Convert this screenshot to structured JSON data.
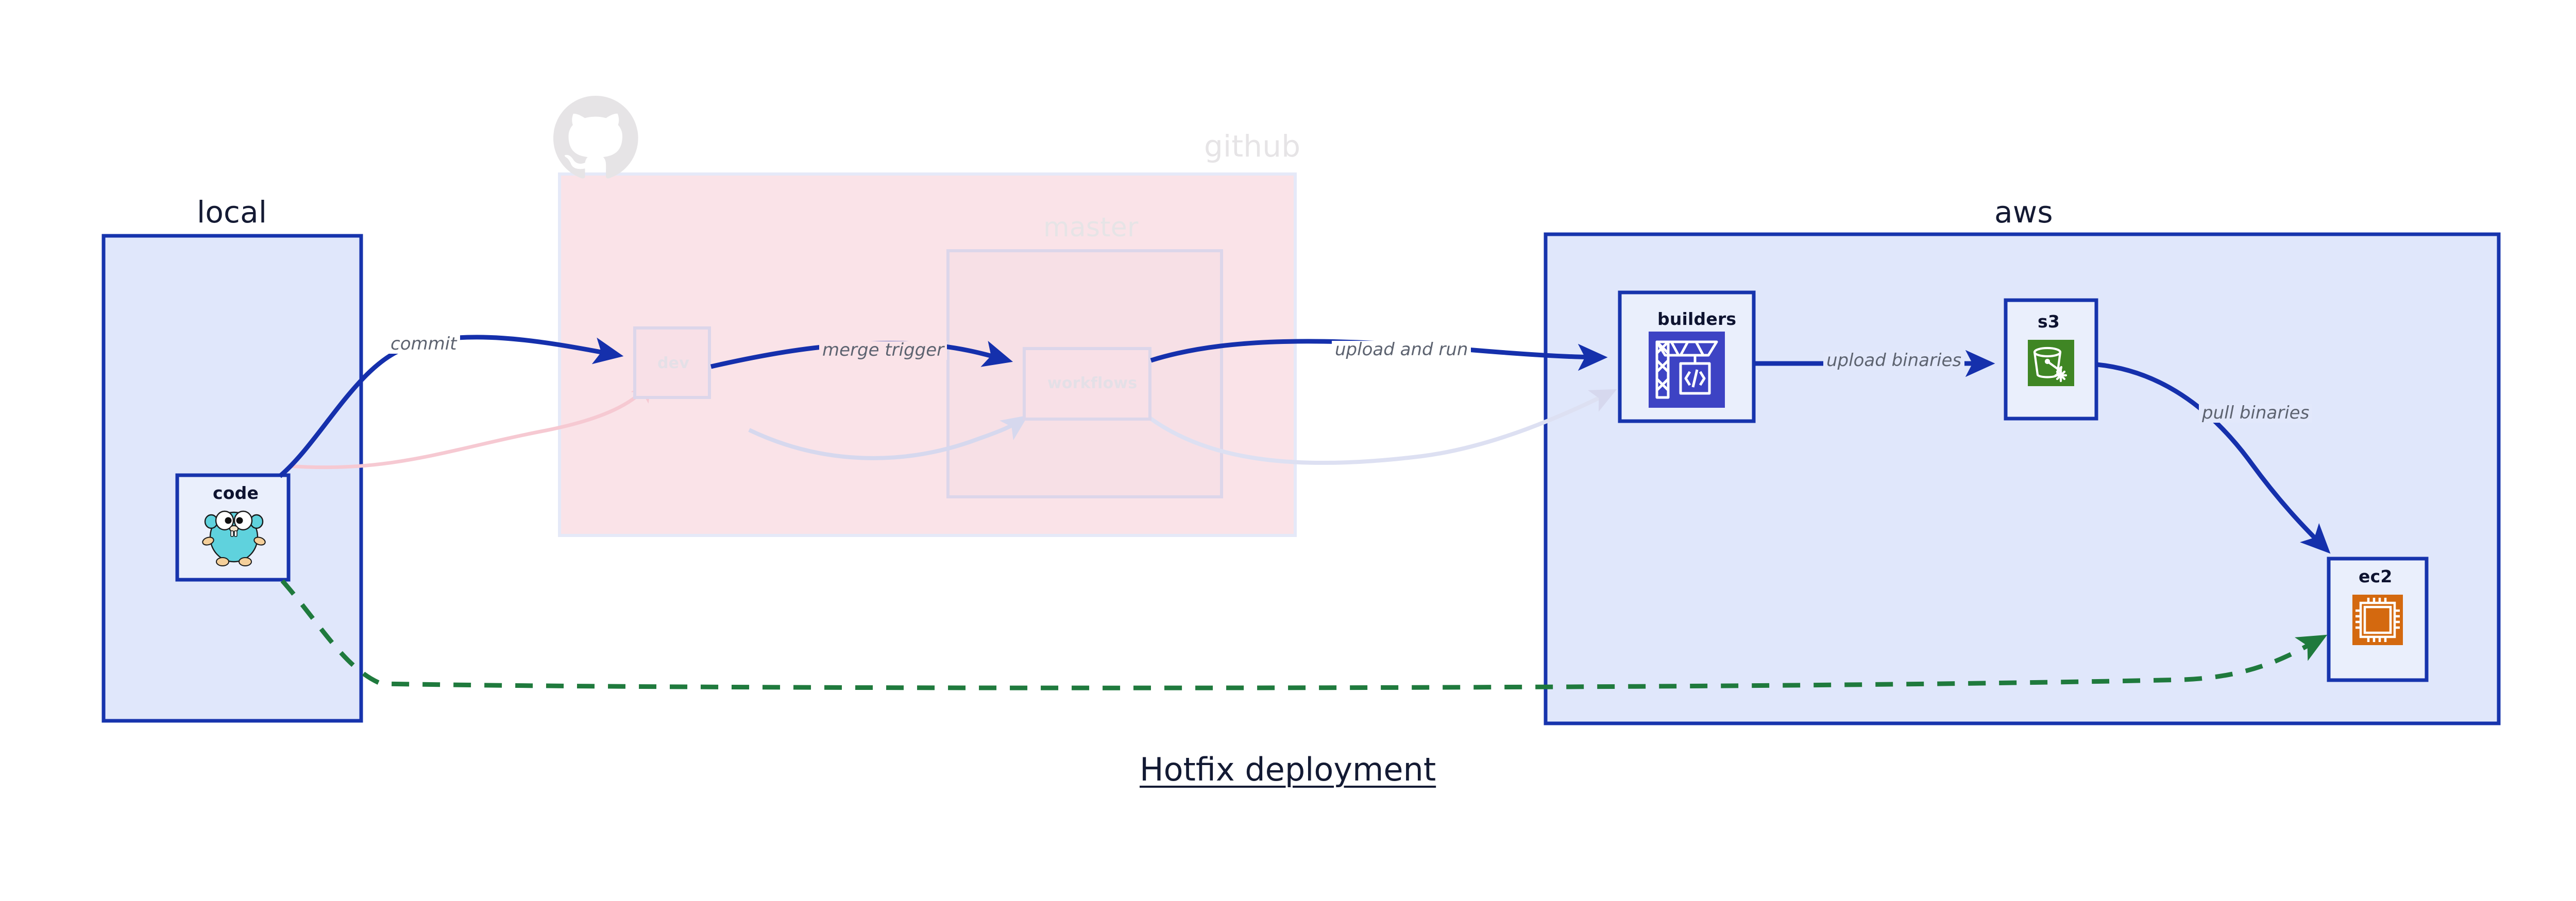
{
  "title": {
    "text": "Hotfix deployment"
  },
  "colors": {
    "accent_blue": "#1734ad",
    "container_blue_fill": "#e0e7fb",
    "container_pink_fill": "#fae3e8",
    "node_fill": "#eaeffc",
    "edge_blue": "#1530ac",
    "edge_green": "#1f7a3d",
    "faded_gray": "#e4e1e6",
    "label_gray": "#5d6370",
    "aws_codebuild_purple": "#3d43c4",
    "aws_s3_green": "#3f8624",
    "aws_ec2_orange": "#d4690f",
    "gopher_cyan": "#5fd2dd"
  },
  "groups": [
    {
      "id": "local",
      "label": "local",
      "faded": false
    },
    {
      "id": "github",
      "label": "github",
      "faded": true
    },
    {
      "id": "aws",
      "label": "aws",
      "faded": false
    },
    {
      "id": "master",
      "label": "master",
      "faded": true
    }
  ],
  "nodes": [
    {
      "id": "code",
      "label": "code",
      "icon": "go-gopher-icon",
      "faded": false
    },
    {
      "id": "dev",
      "label": "dev",
      "icon": "none",
      "faded": true
    },
    {
      "id": "workflows",
      "label": "workflows",
      "icon": "none",
      "faded": true
    },
    {
      "id": "builders",
      "label": "builders",
      "icon": "aws-codebuild-icon",
      "faded": false
    },
    {
      "id": "s3",
      "label": "s3",
      "icon": "aws-s3-icon",
      "faded": false
    },
    {
      "id": "ec2",
      "label": "ec2",
      "icon": "aws-ec2-icon",
      "faded": false
    }
  ],
  "edges": [
    {
      "id": "commit",
      "label": "commit",
      "from": "code",
      "to": "dev",
      "style": "solid",
      "color": "blue",
      "faded": false
    },
    {
      "id": "merge-trigger",
      "label": "merge trigger",
      "from": "dev",
      "to": "workflows",
      "style": "solid",
      "color": "blue",
      "faded": false
    },
    {
      "id": "upload-and-run",
      "label": "upload and run",
      "from": "workflows",
      "to": "builders",
      "style": "solid",
      "color": "blue",
      "faded": false
    },
    {
      "id": "upload-binaries",
      "label": "upload binaries",
      "from": "builders",
      "to": "s3",
      "style": "solid",
      "color": "blue",
      "faded": false
    },
    {
      "id": "pull-binaries",
      "label": "pull binaries",
      "from": "s3",
      "to": "ec2",
      "style": "solid",
      "color": "blue",
      "faded": false
    },
    {
      "id": "hotfix-direct",
      "label": "",
      "from": "code",
      "to": "ec2",
      "style": "dashed",
      "color": "green",
      "faded": false
    },
    {
      "id": "return-a",
      "label": "",
      "from": "code",
      "to": "dev",
      "style": "solid",
      "color": "pink",
      "faded": true
    },
    {
      "id": "return-b",
      "label": "",
      "from": "dev",
      "to": "workflows",
      "style": "solid",
      "color": "lilac",
      "faded": true
    },
    {
      "id": "return-c",
      "label": "",
      "from": "workflows",
      "to": "builders",
      "style": "solid",
      "color": "lilac",
      "faded": true
    }
  ]
}
